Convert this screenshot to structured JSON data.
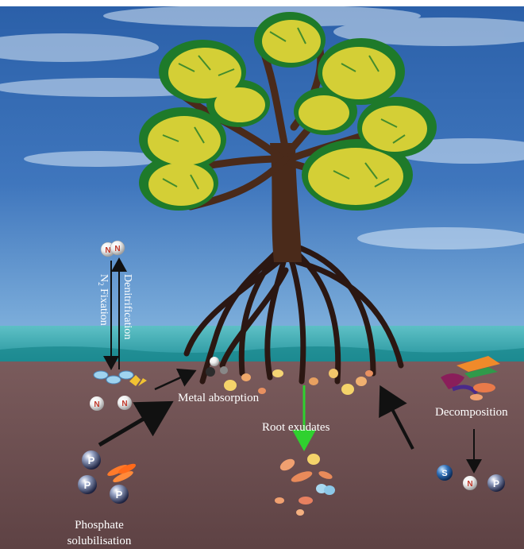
{
  "labels": {
    "n2_fixation": "N",
    "n2_fixation_sub": "2",
    "n2_fixation_rest": " Fixation",
    "denitrification": "Denitrification",
    "metal_absorption": "Metal absorption",
    "root_exudates": "Root exudates",
    "decomposition": "Decomposition",
    "phosphate_line1": "Phosphate",
    "phosphate_line2": "solubilisation"
  },
  "atoms": {
    "n": "N",
    "p": "P",
    "s": "S"
  },
  "colors": {
    "sky_top": "#1f4f9a",
    "sky_bottom": "#6f9fd3",
    "water": "#2aa6a6",
    "soil": "#6a4b4e",
    "trunk": "#3a1f12",
    "leaf_light": "#d8d23a",
    "leaf_dark": "#1e7a2a",
    "arrow": "#111111",
    "exudate_arrow": "#3fcf3f"
  }
}
